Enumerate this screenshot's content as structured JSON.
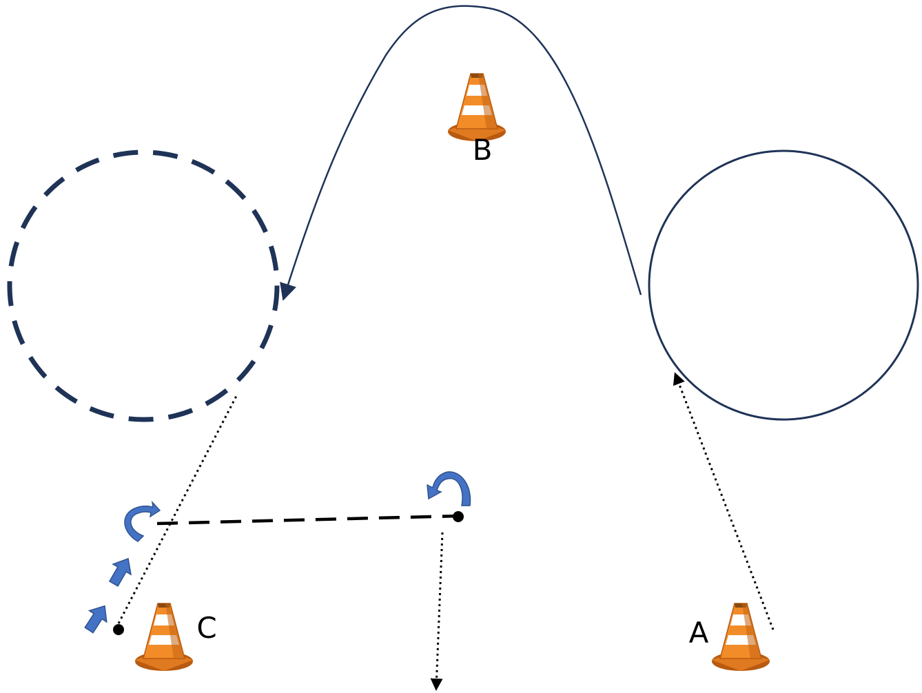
{
  "diagram": {
    "colors": {
      "path": "#1f3357",
      "arrow_fill": "#4472c4",
      "arrow_stroke": "#2f528f",
      "cone_orange": "#f28c28",
      "cone_dark": "#b85a10",
      "cone_stripe": "#ffffff",
      "dotted": "#000000",
      "dashed": "#000000"
    },
    "cones": [
      {
        "id": "A",
        "label": "A"
      },
      {
        "id": "B",
        "label": "B"
      },
      {
        "id": "C",
        "label": "C"
      }
    ],
    "icons": {
      "cone": "traffic-cone-icon",
      "turn_arrow": "curved-turn-arrow-icon",
      "forward_arrow": "block-arrow-icon"
    }
  }
}
